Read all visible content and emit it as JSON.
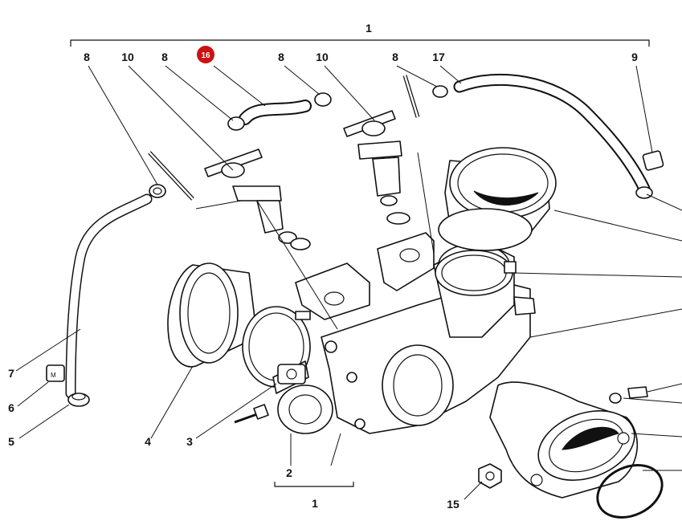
{
  "diagram": {
    "highlight_color": "#cc1111",
    "line_color": "#111111",
    "callouts": {
      "top_bracket": "1",
      "top_8a": "8",
      "top_10a": "10",
      "top_8b": "8",
      "top_16": "16",
      "top_8c": "8",
      "top_10b": "10",
      "top_8d": "8",
      "top_17": "17",
      "top_9": "9",
      "left_7": "7",
      "left_6": "6",
      "left_5": "5",
      "bottom_4": "4",
      "bottom_3": "3",
      "bottom_2": "2",
      "bottom_bracket": "1",
      "bottom_15": "15"
    }
  }
}
